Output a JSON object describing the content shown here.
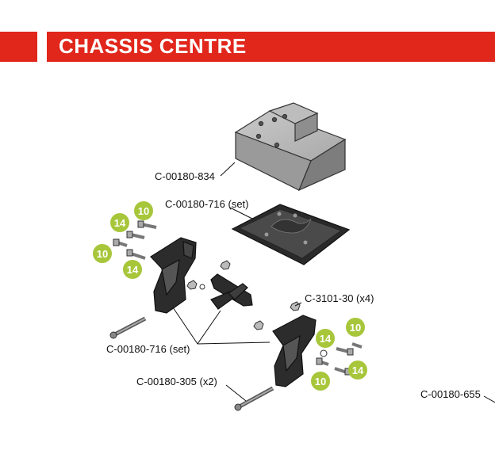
{
  "header": {
    "title": "CHASSIS CENTRE",
    "accent_color": "#e1261c",
    "badge_color": "#a7c63a"
  },
  "callouts": {
    "battery_box": "C-00180-834",
    "plate": "C-00180-716 (set)",
    "nut": "C-3101-30 (x4)",
    "arms": "C-00180-716 (set)",
    "pin": "C-00180-305 (x2)",
    "edge_part": "C-00180-655"
  },
  "badges": {
    "b10a": "10",
    "b14a": "14",
    "b10b": "10",
    "b14b": "14",
    "b10c": "10",
    "b14c": "14",
    "b14d": "14",
    "b10d": "10"
  }
}
